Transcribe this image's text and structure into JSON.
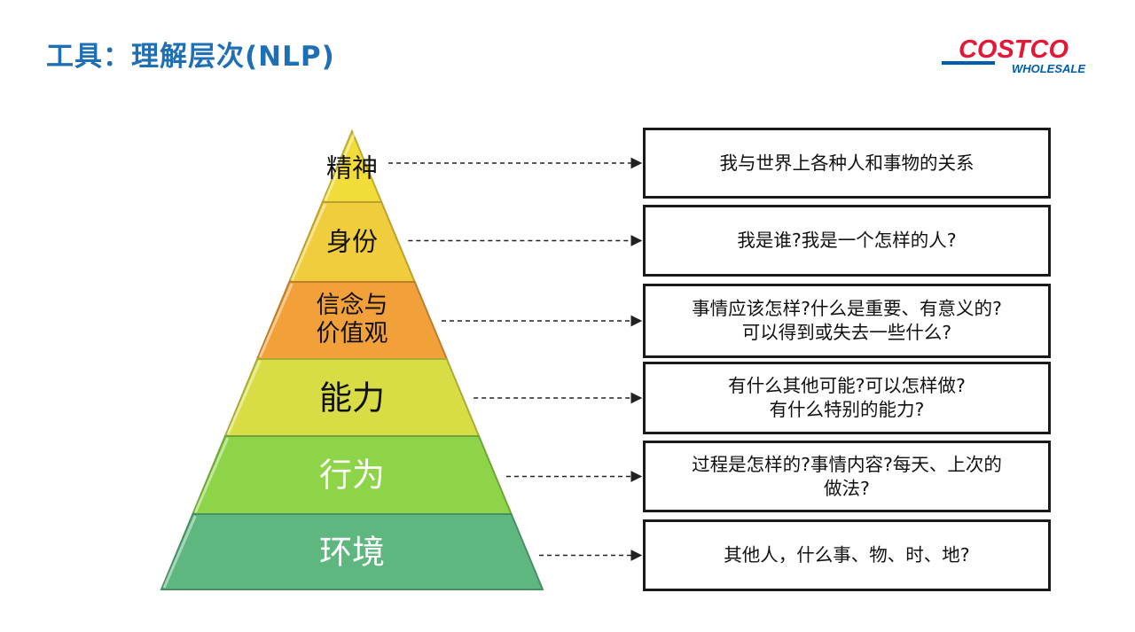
{
  "slide": {
    "title": "工具：理解层次(NLP)"
  },
  "logo": {
    "line1": "COSTCO",
    "line2": "WHOLESALE"
  },
  "colors": {
    "title": "#1f6fb5",
    "logo_red": "#e31837",
    "logo_blue": "#005daa",
    "tiers": [
      "#f2dc3a",
      "#f0cd3c",
      "#f2a03a",
      "#d8dd45",
      "#8ed448",
      "#5fb780"
    ]
  },
  "levels": [
    {
      "label": "精神",
      "description": "我与世界上各种人和事物的关系"
    },
    {
      "label": "身份",
      "description": "我是谁?我是一个怎样的人?"
    },
    {
      "label": "信念与\n价值观",
      "description": "事情应该怎样?什么是重要、有意义的?\n可以得到或失去一些什么?"
    },
    {
      "label": "能力",
      "description": "有什么其他可能?可以怎样做?\n有什么特别的能力?"
    },
    {
      "label": "行为",
      "description": "过程是怎样的?事情内容?每天、上次的\n做法?"
    },
    {
      "label": "环境",
      "description": "其他人，什么事、物、时、地?"
    }
  ]
}
